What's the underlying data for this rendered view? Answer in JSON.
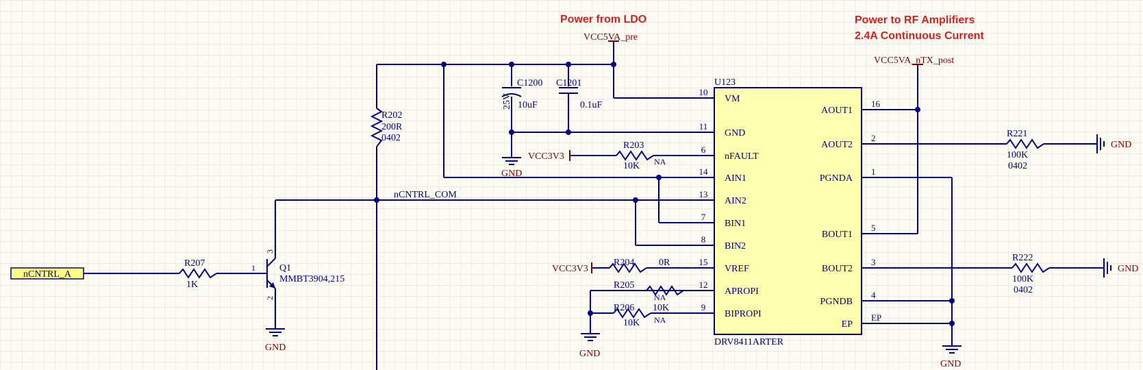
{
  "notes": {
    "ldo": "Power from LDO",
    "rf_line1": "Power to RF Amplifiers",
    "rf_line2": "2.4A Continuous Current"
  },
  "ports": {
    "vcc5va_pre": "VCC5VA_pre",
    "vcc5va_ntx_post": "VCC5VA_nTX_post",
    "vcc3v3_top": "VCC3V3",
    "vcc3v3_vref": "VCC3V3",
    "gnd": "GND"
  },
  "nets": {
    "ncntrl_com": "nCNTRL_COM",
    "ncntrl_a": "nCNTRL_A"
  },
  "ic": {
    "designator": "U123",
    "part": "DRV8411ARTER",
    "left_pins": [
      {
        "num": "10",
        "name": "VM"
      },
      {
        "num": "11",
        "name": "GND"
      },
      {
        "num": "6",
        "name": "nFAULT"
      },
      {
        "num": "14",
        "name": "AIN1"
      },
      {
        "num": "13",
        "name": "AIN2"
      },
      {
        "num": "7",
        "name": "BIN1"
      },
      {
        "num": "8",
        "name": "BIN2"
      },
      {
        "num": "15",
        "name": "VREF"
      },
      {
        "num": "12",
        "name": "APROPI"
      },
      {
        "num": "9",
        "name": "BIPROPI"
      }
    ],
    "right_pins": [
      {
        "num": "16",
        "name": "AOUT1"
      },
      {
        "num": "2",
        "name": "AOUT2"
      },
      {
        "num": "1",
        "name": "PGNDA"
      },
      {
        "num": "5",
        "name": "BOUT1"
      },
      {
        "num": "3",
        "name": "BOUT2"
      },
      {
        "num": "4",
        "name": "PGNDB"
      },
      {
        "num": "EP",
        "name": "EP"
      }
    ]
  },
  "components": {
    "c1200": {
      "des": "C1200",
      "val": "10uF",
      "volt": "25V"
    },
    "c1201": {
      "des": "C1201",
      "val": "0.1uF"
    },
    "r202": {
      "des": "R202",
      "val": "200R",
      "pkg": "0402"
    },
    "r203": {
      "des": "R203",
      "val": "10K",
      "na": "NA"
    },
    "r204": {
      "des": "R204",
      "val": "0R"
    },
    "r205": {
      "des": "R205",
      "na": "NA"
    },
    "r206": {
      "des": "R206",
      "val": "10K",
      "val2": "10K",
      "na": "NA"
    },
    "r207": {
      "des": "R207",
      "val": "1K"
    },
    "r221": {
      "des": "R221",
      "val": "100K",
      "pkg": "0402"
    },
    "r222": {
      "des": "R222",
      "val": "100K",
      "pkg": "0402"
    },
    "q1": {
      "des": "Q1",
      "part": "MMBT3904,215",
      "pin_b": "1",
      "pin_c": "3",
      "pin_e": "2"
    }
  },
  "colors": {
    "wire": "#000080",
    "power": "#800000",
    "note": "#D42020",
    "ic_fill": "#FFFFB0",
    "grid": "#DADACA",
    "background": "#FCFCF5"
  }
}
